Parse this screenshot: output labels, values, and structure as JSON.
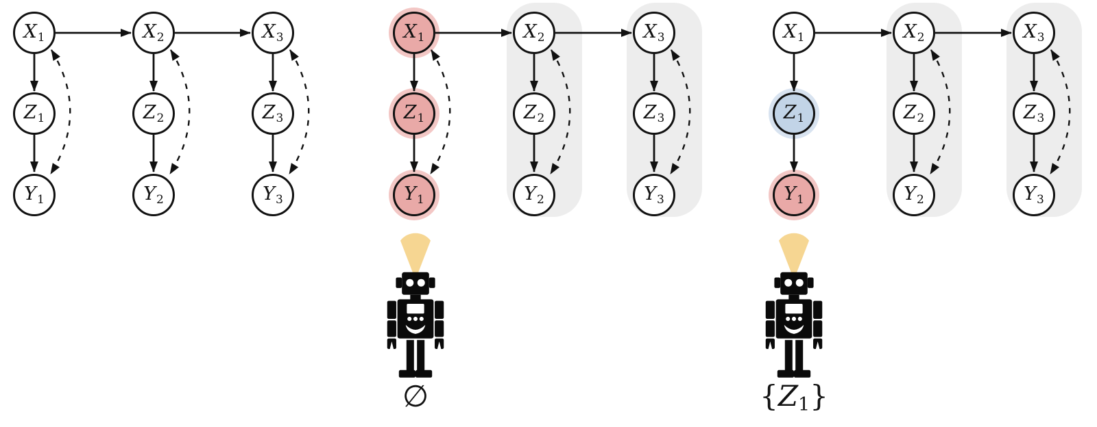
{
  "figure": {
    "type": "causal-graph-comparison",
    "colors": {
      "node_fill": "#FFFFFF",
      "highlight_pink": "#E9A9A7",
      "highlight_pink_halo": "#F3C7C5",
      "highlight_blue": "#C2D4E7",
      "highlight_blue_halo": "#D8E3F0",
      "column_shade_gray": "#EDEDED",
      "spotlight_yellow": "#F6D692",
      "line_black": "#111111"
    }
  },
  "diagrams": [
    {
      "id": "left-plain-graph",
      "shaded_columns": [],
      "bidirected_edge_columns": [
        1,
        2,
        3
      ],
      "nodes": [
        {
          "letter": "X",
          "sub": "1",
          "state": "plain"
        },
        {
          "letter": "X",
          "sub": "2",
          "state": "plain"
        },
        {
          "letter": "X",
          "sub": "3",
          "state": "plain"
        },
        {
          "letter": "Z",
          "sub": "1",
          "state": "plain"
        },
        {
          "letter": "Z",
          "sub": "2",
          "state": "plain"
        },
        {
          "letter": "Z",
          "sub": "3",
          "state": "plain"
        },
        {
          "letter": "Y",
          "sub": "1",
          "state": "plain"
        },
        {
          "letter": "Y",
          "sub": "2",
          "state": "plain"
        },
        {
          "letter": "Y",
          "sub": "3",
          "state": "plain"
        }
      ]
    },
    {
      "id": "middle-graph-empty-observation",
      "shaded_columns": [
        2,
        3
      ],
      "bidirected_edge_columns": [
        1,
        2,
        3
      ],
      "nodes": [
        {
          "letter": "X",
          "sub": "1",
          "state": "pink"
        },
        {
          "letter": "X",
          "sub": "2",
          "state": "plain"
        },
        {
          "letter": "X",
          "sub": "3",
          "state": "plain"
        },
        {
          "letter": "Z",
          "sub": "1",
          "state": "pink"
        },
        {
          "letter": "Z",
          "sub": "2",
          "state": "plain"
        },
        {
          "letter": "Z",
          "sub": "3",
          "state": "plain"
        },
        {
          "letter": "Y",
          "sub": "1",
          "state": "pink"
        },
        {
          "letter": "Y",
          "sub": "2",
          "state": "plain"
        },
        {
          "letter": "Y",
          "sub": "3",
          "state": "plain"
        }
      ]
    },
    {
      "id": "right-graph-z1-observed",
      "shaded_columns": [
        2,
        3
      ],
      "bidirected_edge_columns": [
        2,
        3
      ],
      "nodes": [
        {
          "letter": "X",
          "sub": "1",
          "state": "plain"
        },
        {
          "letter": "X",
          "sub": "2",
          "state": "plain"
        },
        {
          "letter": "X",
          "sub": "3",
          "state": "plain"
        },
        {
          "letter": "Z",
          "sub": "1",
          "state": "blue"
        },
        {
          "letter": "Z",
          "sub": "2",
          "state": "plain"
        },
        {
          "letter": "Z",
          "sub": "3",
          "state": "plain"
        },
        {
          "letter": "Y",
          "sub": "1",
          "state": "pink"
        },
        {
          "letter": "Y",
          "sub": "2",
          "state": "plain"
        },
        {
          "letter": "Y",
          "sub": "3",
          "state": "plain"
        }
      ]
    }
  ],
  "agents": [
    {
      "icon": "robot-icon",
      "cone": "spotlight-cone-icon",
      "label_empty_set": "∅"
    },
    {
      "icon": "robot-icon",
      "cone": "spotlight-cone-icon",
      "label_open": "{",
      "label_letter": "Z",
      "label_sub": "1",
      "label_close": "}"
    }
  ]
}
